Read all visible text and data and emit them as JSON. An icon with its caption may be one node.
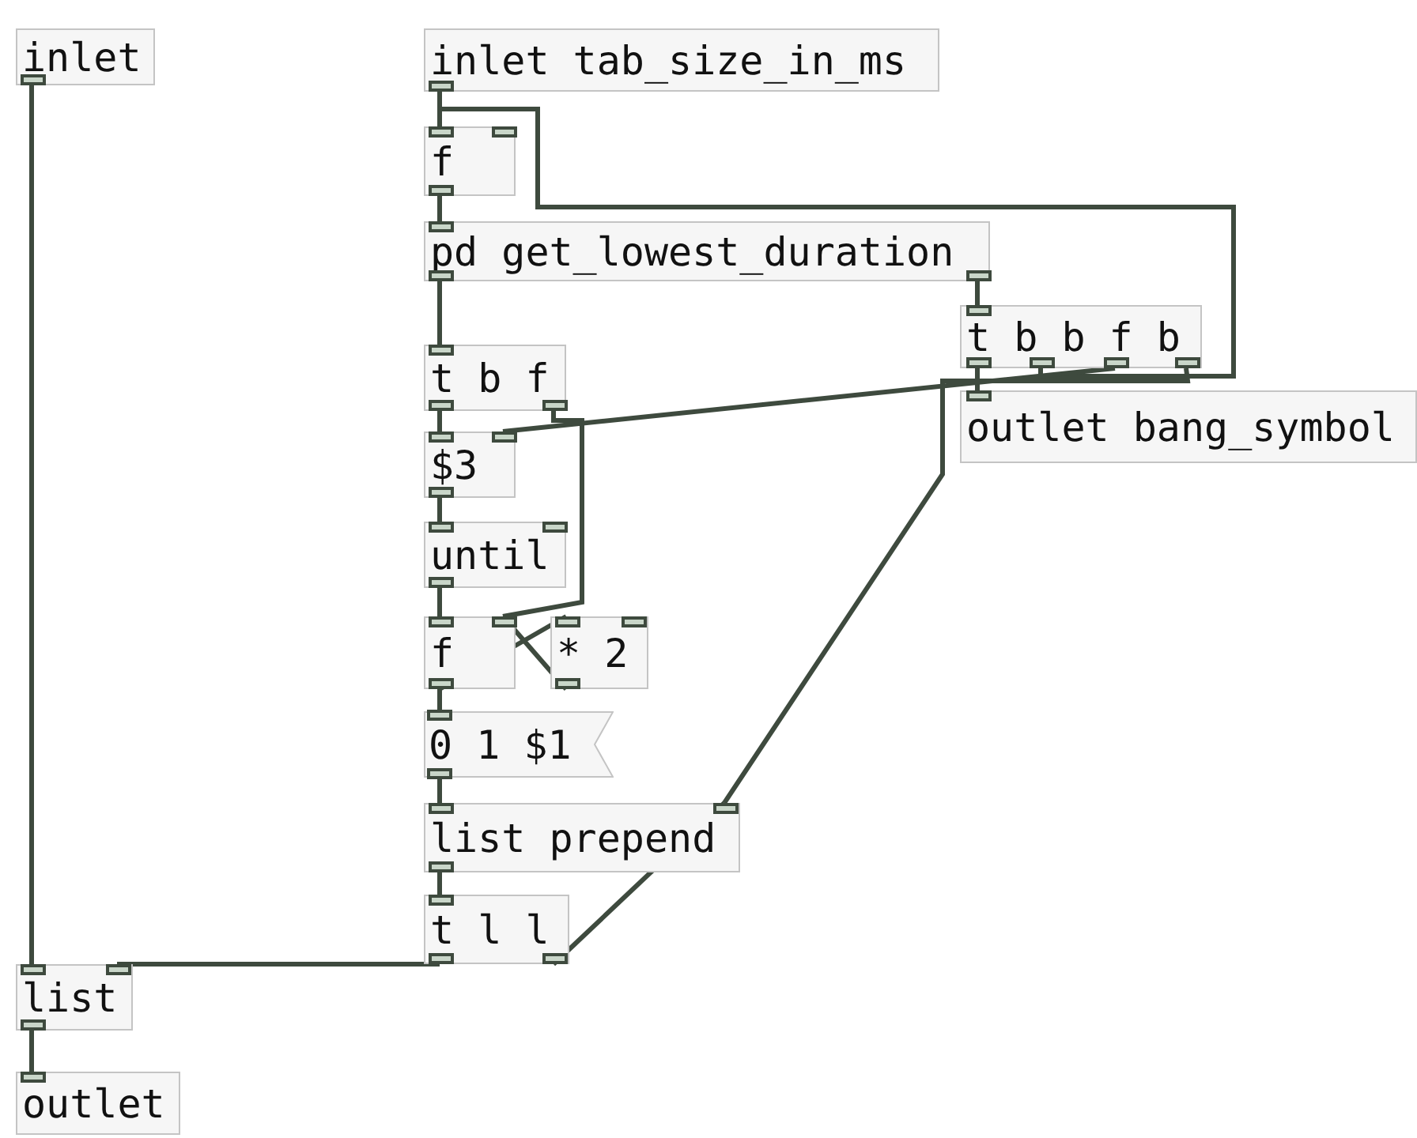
{
  "diagram": {
    "nodes": [
      {
        "text": [
          "inlet"
        ]
      },
      {
        "text": [
          "inlet tab_size_in_ms"
        ]
      },
      {
        "text": [
          "f"
        ]
      },
      {
        "text": [
          "pd get_lowest_duration"
        ]
      },
      {
        "text": [
          "t b b f b"
        ]
      },
      {
        "text": [
          "outlet bang_symbol"
        ]
      },
      {
        "text": [
          "t b f"
        ]
      },
      {
        "text": [
          "$3"
        ]
      },
      {
        "text": [
          "until"
        ]
      },
      {
        "text": [
          "f"
        ]
      },
      {
        "text": [
          "* 2"
        ]
      },
      {
        "text": [
          "0 1 $1"
        ]
      },
      {
        "text": [
          "list prepend"
        ]
      },
      {
        "text": [
          "t l l"
        ]
      },
      {
        "text": [
          "list"
        ]
      },
      {
        "text": [
          "outlet"
        ]
      }
    ],
    "edges": [
      {
        "from": 0,
        "to": 14,
        "arrow": "none"
      },
      {
        "from": 1,
        "to": 2,
        "arrow": "none"
      },
      {
        "from": 4,
        "to": 2,
        "arrow": "none"
      },
      {
        "from": 2,
        "to": 3,
        "arrow": "none"
      },
      {
        "from": 3,
        "to": 4,
        "arrow": "none"
      },
      {
        "from": 3,
        "to": 6,
        "arrow": "none"
      },
      {
        "from": 4,
        "to": 5,
        "arrow": "none"
      },
      {
        "from": 4,
        "to": 7,
        "arrow": "none"
      },
      {
        "from": 4,
        "to": 12,
        "arrow": "none"
      },
      {
        "from": 6,
        "to": 7,
        "arrow": "none"
      },
      {
        "from": 6,
        "to": 9,
        "arrow": "none"
      },
      {
        "from": 7,
        "to": 8,
        "arrow": "none"
      },
      {
        "from": 8,
        "to": 9,
        "arrow": "none"
      },
      {
        "from": 9,
        "to": 10,
        "arrow": "none"
      },
      {
        "from": 10,
        "to": 9,
        "arrow": "none"
      },
      {
        "from": 9,
        "to": 11,
        "arrow": "none"
      },
      {
        "from": 11,
        "to": 12,
        "arrow": "none"
      },
      {
        "from": 12,
        "to": 13,
        "arrow": "none"
      },
      {
        "from": 13,
        "to": 14,
        "arrow": "none"
      },
      {
        "from": 14,
        "to": 15,
        "arrow": "none"
      },
      {
        "from": 13,
        "to": 12,
        "arrow": "none"
      }
    ]
  }
}
